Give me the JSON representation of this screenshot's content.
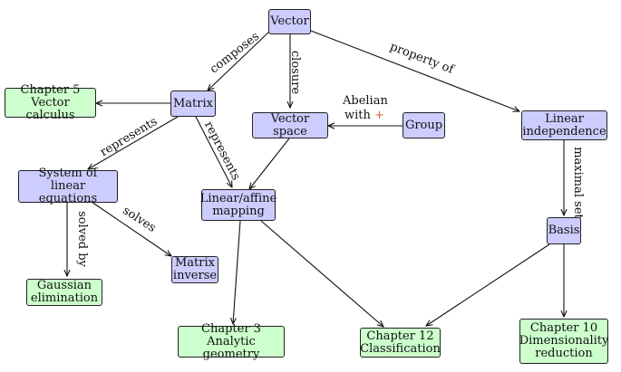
{
  "nodes": {
    "vector": "Vector",
    "matrix": "Matrix",
    "vector_space": "Vector space",
    "group": "Group",
    "linear_independence": [
      "Linear",
      "independence"
    ],
    "chapter5": [
      "Chapter 5",
      "Vector calculus"
    ],
    "system_linear_equations": [
      "System of",
      "linear equations"
    ],
    "linear_affine_mapping": [
      "Linear/affine",
      "mapping"
    ],
    "basis": "Basis",
    "matrix_inverse": [
      "Matrix",
      "inverse"
    ],
    "gaussian_elimination": [
      "Gaussian",
      "elimination"
    ],
    "chapter3": [
      "Chapter 3",
      "Analytic geometry"
    ],
    "chapter12": [
      "Chapter 12",
      "Classification"
    ],
    "chapter10": [
      "Chapter 10",
      "Dimensionality",
      "reduction"
    ]
  },
  "edges": {
    "composes": "composes",
    "closure": "closure",
    "property_of": "property of",
    "abelian_line1": "Abelian",
    "abelian_with": "with",
    "abelian_plus": "+",
    "represents_left": "represents",
    "represents_right": "represents",
    "maximal_set": "maximal set",
    "solves": "solves",
    "solved_by": "solved by"
  },
  "colors": {
    "concept_fill": "#ccccff",
    "chapter_fill": "#ccffcc",
    "edge_stroke": "#111111"
  }
}
